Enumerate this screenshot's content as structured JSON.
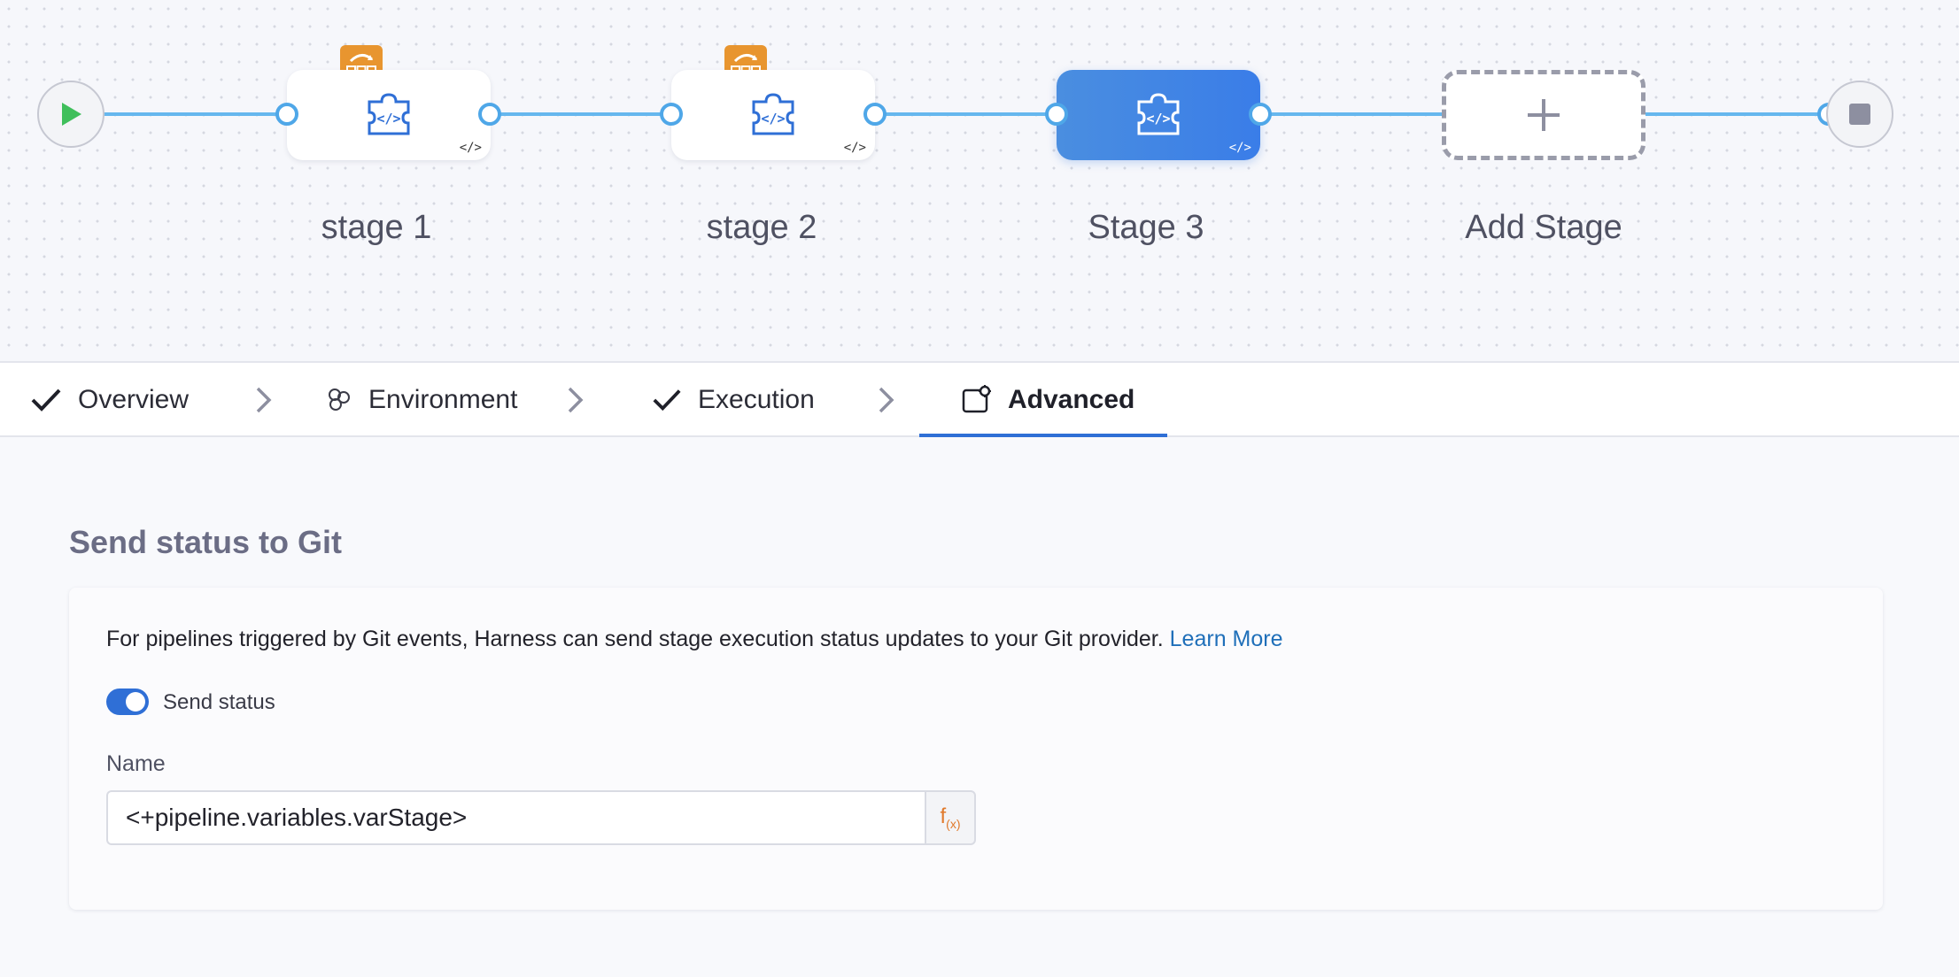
{
  "pipeline": {
    "stages": [
      {
        "label": "stage 1"
      },
      {
        "label": "stage 2"
      },
      {
        "label": "Stage 3"
      },
      {
        "label": "Add Stage"
      }
    ]
  },
  "tabs": [
    {
      "label": "Overview",
      "state": "completed"
    },
    {
      "label": "Environment",
      "state": "default"
    },
    {
      "label": "Execution",
      "state": "completed"
    },
    {
      "label": "Advanced",
      "state": "active"
    }
  ],
  "section": {
    "title": "Send status to Git",
    "description": "For pipelines triggered by Git events, Harness can send stage execution status updates to your Git provider.",
    "learn_more": "Learn More",
    "toggle_label": "Send status",
    "toggle_on": true,
    "name_label": "Name",
    "name_value": "<+pipeline.variables.varStage>",
    "fx_label": "f",
    "fx_sub": "(x)"
  },
  "colors": {
    "accent": "#2f6fd6",
    "connector": "#66b7ee",
    "badge": "#e8952f",
    "link": "#1f6fb9"
  }
}
